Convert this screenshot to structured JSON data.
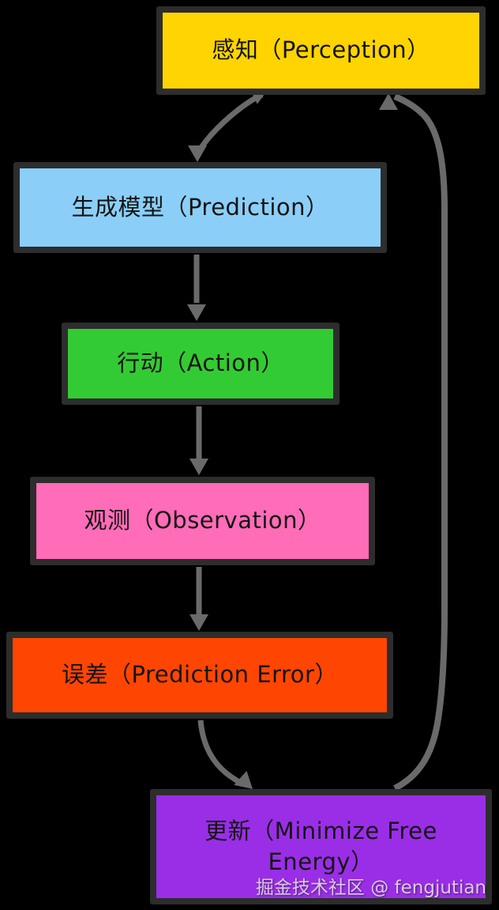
{
  "colors": {
    "background": "#000000",
    "node_border": "#2d2d2d",
    "connector": "#6a6a6a",
    "label_text": "#141414",
    "watermark_text": "#e6e6e6"
  },
  "nodes": [
    {
      "id": "perception",
      "label": "感知（Perception）",
      "fill": "#ffd400"
    },
    {
      "id": "prediction",
      "label": "生成模型（Prediction）",
      "fill": "#8bcff8"
    },
    {
      "id": "action",
      "label": "行动（Action）",
      "fill": "#33cb33"
    },
    {
      "id": "observation",
      "label": "观测（Observation）",
      "fill": "#ff6cb8"
    },
    {
      "id": "prediction-error",
      "label": "误差（Prediction Error）",
      "fill": "#ff4502"
    },
    {
      "id": "update",
      "label": "更新（Minimize Free Energy）",
      "fill": "#9a2ee6"
    }
  ],
  "edges": [
    {
      "from": "perception",
      "to": "prediction",
      "direction": "bidirectional"
    },
    {
      "from": "prediction",
      "to": "action",
      "direction": "forward"
    },
    {
      "from": "action",
      "to": "observation",
      "direction": "forward"
    },
    {
      "from": "observation",
      "to": "prediction-error",
      "direction": "forward"
    },
    {
      "from": "prediction-error",
      "to": "update",
      "direction": "forward"
    },
    {
      "from": "update",
      "to": "perception",
      "direction": "forward"
    }
  ],
  "watermark": "掘金技术社区 @ fengjutian"
}
